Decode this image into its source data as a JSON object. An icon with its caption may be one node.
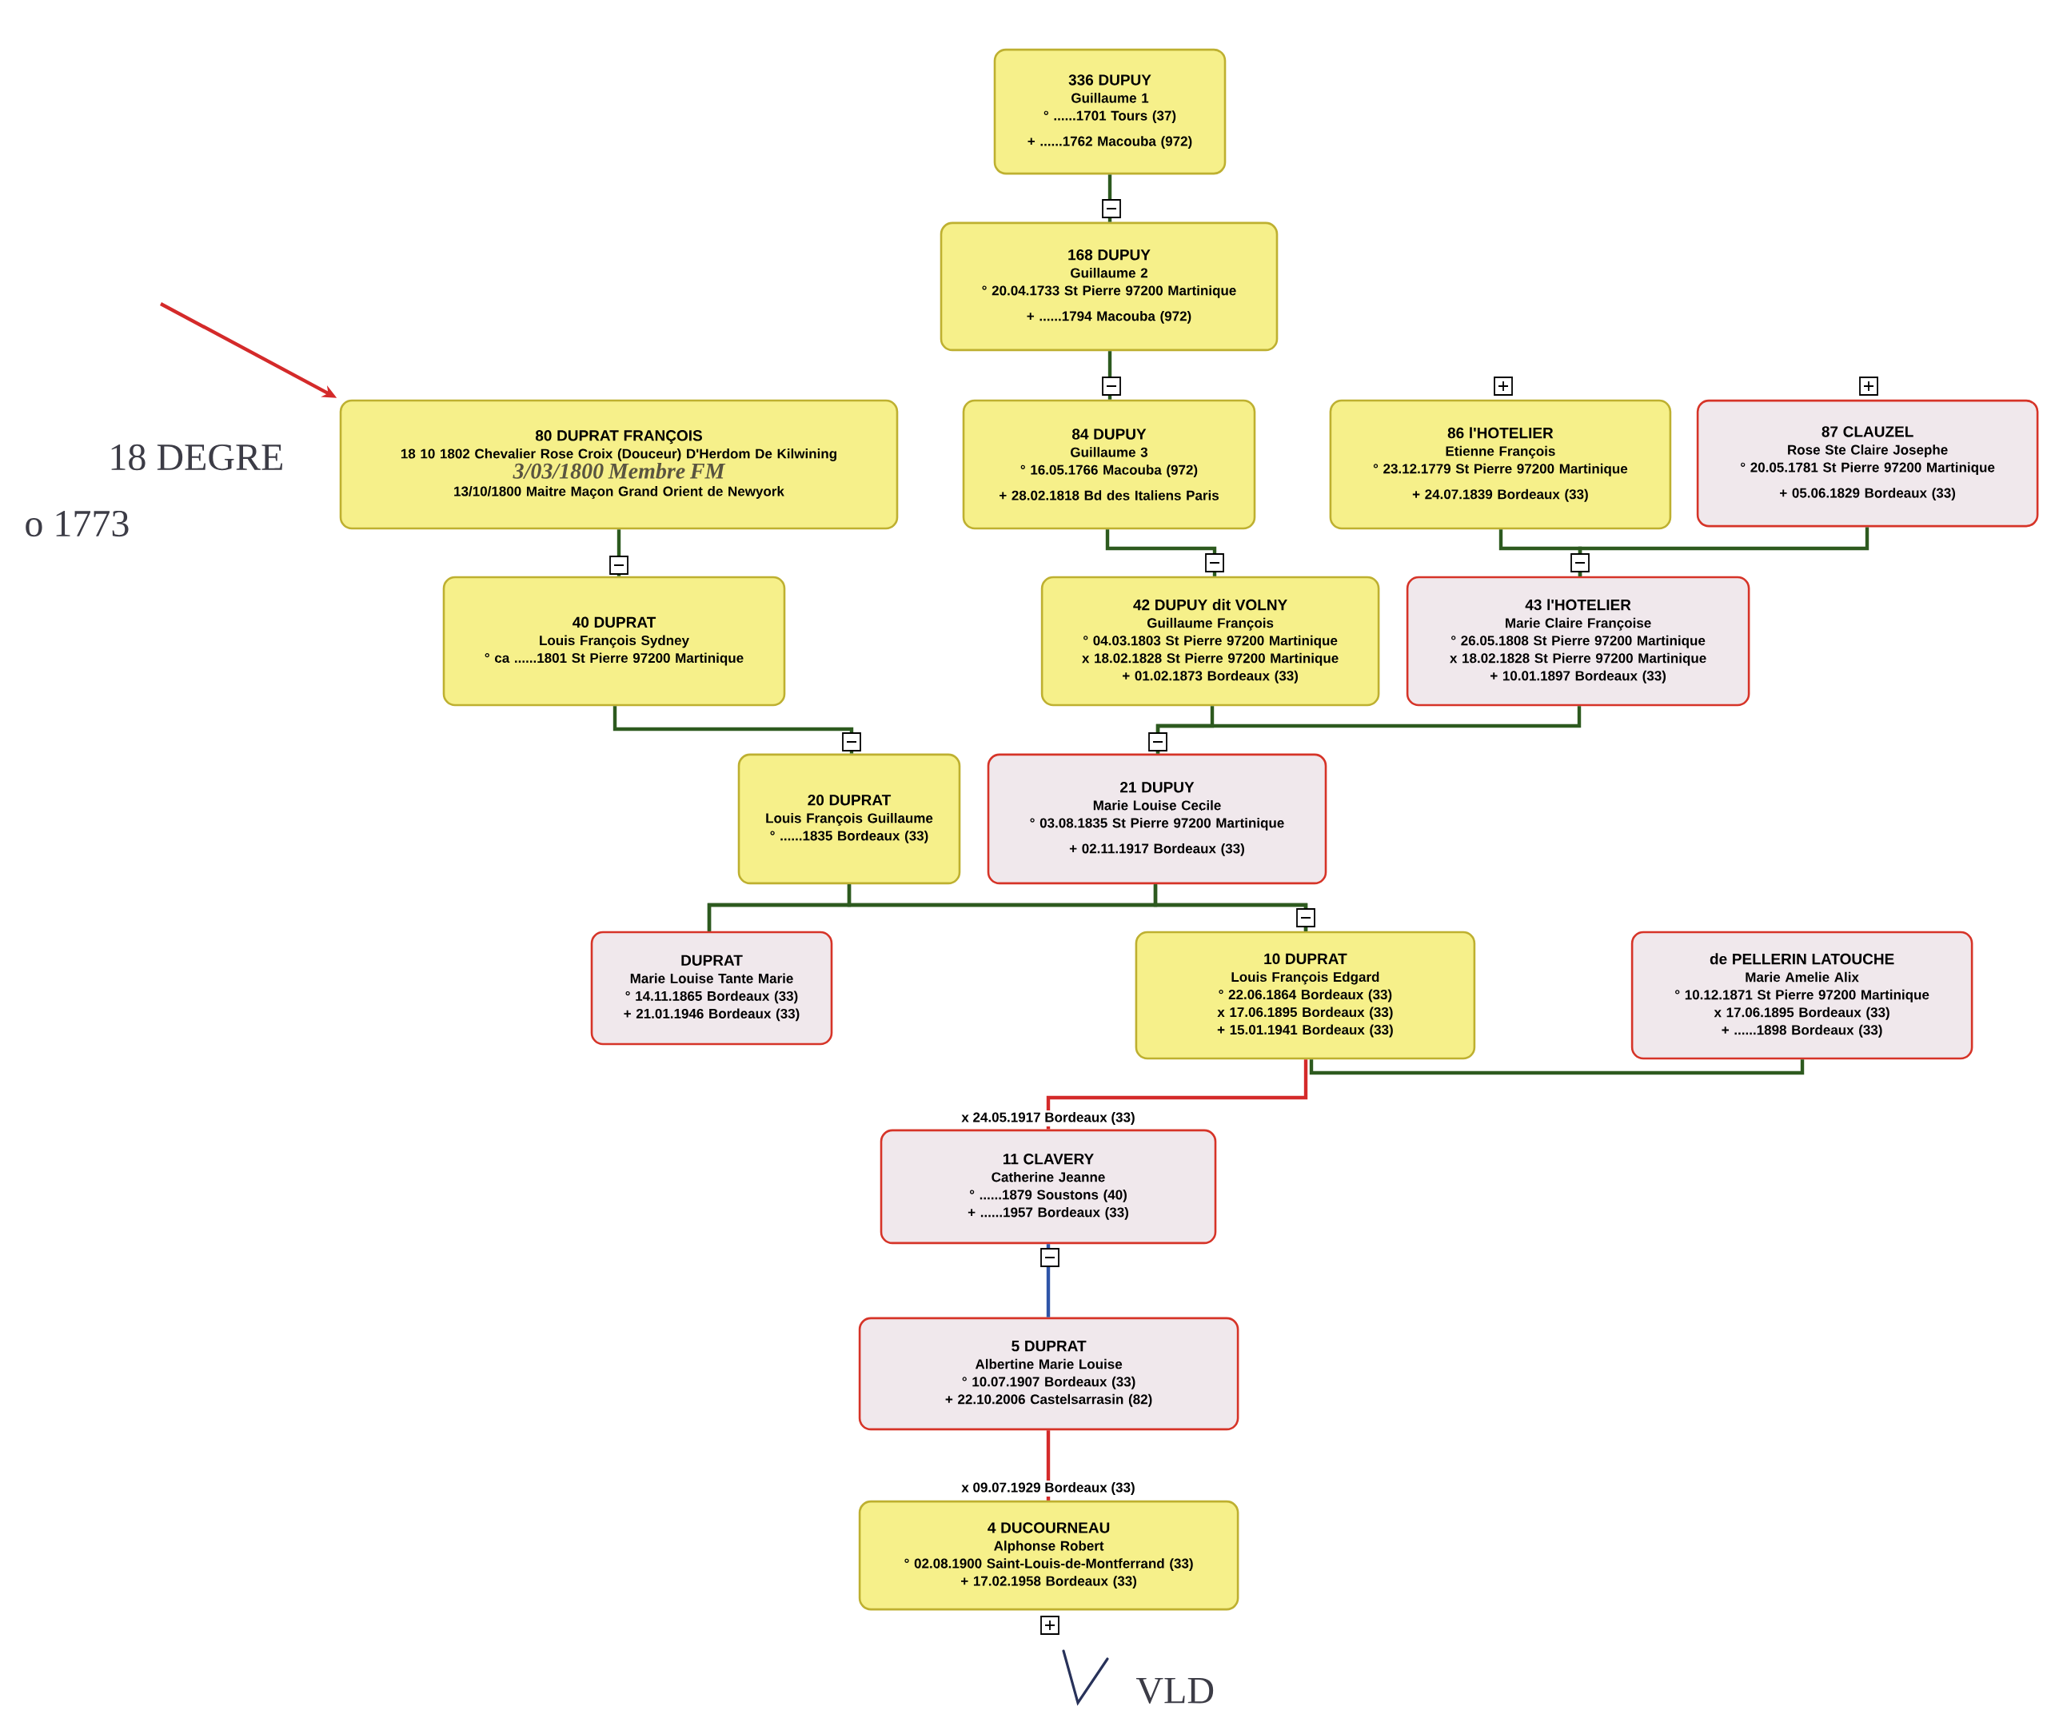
{
  "diagram": {
    "nodes": [
      {
        "text": [
          "336 DUPUY",
          "Guillaume 1",
          "° ......1701 Tours (37)",
          "+ ......1762 Macouba (972)"
        ]
      },
      {
        "text": [
          "168 DUPUY",
          "Guillaume 2",
          "° 20.04.1733 St Pierre 97200 Martinique",
          "+ ......1794 Macouba (972)"
        ]
      },
      {
        "text": [
          "80 DUPRAT FRANÇOIS",
          "18 10 1802 Chevalier Rose Croix (Douceur) D'Herdom De Kilwining",
          "3/03/1800 Membre FM",
          "13/10/1800 Maitre Maçon Grand Orient de Newyork"
        ]
      },
      {
        "text": [
          "84 DUPUY",
          "Guillaume 3",
          "° 16.05.1766 Macouba (972)",
          "+ 28.02.1818 Bd des Italiens Paris"
        ]
      },
      {
        "text": [
          "86 l'HOTELIER",
          "Etienne François",
          "° 23.12.1779 St Pierre 97200 Martinique",
          "+ 24.07.1839 Bordeaux (33)"
        ]
      },
      {
        "text": [
          "87 CLAUZEL",
          "Rose Ste Claire Josephe",
          "° 20.05.1781 St Pierre 97200 Martinique",
          "+ 05.06.1829 Bordeaux (33)"
        ]
      },
      {
        "text": [
          "40 DUPRAT",
          "Louis François Sydney",
          "° ca ......1801 St Pierre 97200 Martinique"
        ]
      },
      {
        "text": [
          "42 DUPUY dit VOLNY",
          "Guillaume François",
          "° 04.03.1803 St Pierre 97200 Martinique",
          "x 18.02.1828 St Pierre 97200 Martinique",
          "+ 01.02.1873 Bordeaux (33)"
        ]
      },
      {
        "text": [
          "43 l'HOTELIER",
          "Marie Claire Françoise",
          "° 26.05.1808 St Pierre 97200 Martinique",
          "x 18.02.1828 St Pierre 97200 Martinique",
          "+ 10.01.1897 Bordeaux (33)"
        ]
      },
      {
        "text": [
          "20 DUPRAT",
          "Louis François Guillaume",
          "° ......1835 Bordeaux (33)"
        ]
      },
      {
        "text": [
          "21 DUPUY",
          "Marie Louise Cecile",
          "° 03.08.1835 St Pierre 97200 Martinique",
          "+ 02.11.1917 Bordeaux (33)"
        ]
      },
      {
        "text": [
          "DUPRAT",
          "Marie Louise Tante Marie",
          "° 14.11.1865 Bordeaux (33)",
          "+ 21.01.1946 Bordeaux (33)"
        ]
      },
      {
        "text": [
          "10 DUPRAT",
          "Louis François Edgard",
          "° 22.06.1864 Bordeaux (33)",
          "x 17.06.1895 Bordeaux (33)",
          "+ 15.01.1941 Bordeaux (33)"
        ]
      },
      {
        "text": [
          "de PELLERIN LATOUCHE",
          "Marie Amelie Alix",
          "° 10.12.1871 St Pierre 97200 Martinique",
          "x 17.06.1895 Bordeaux (33)",
          "+ ......1898 Bordeaux (33)"
        ]
      },
      {
        "text": [
          "11 CLAVERY",
          "Catherine Jeanne",
          "° ......1879 Soustons (40)",
          "+ ......1957 Bordeaux (33)"
        ]
      },
      {
        "text": [
          "5 DUPRAT",
          "Albertine Marie Louise",
          "° 10.07.1907 Bordeaux (33)",
          "+ 22.10.2006 Castelsarrasin (82)"
        ]
      },
      {
        "text": [
          "4 DUCOURNEAU",
          "Alphonse Robert",
          "° 02.08.1900 Saint-Louis-de-Montferrand (33)",
          "+ 17.02.1958 Bordeaux (33)"
        ]
      }
    ],
    "edges": [
      {
        "from": 0,
        "to": 1,
        "arrow": "none"
      },
      {
        "from": 1,
        "to": 3,
        "arrow": "none"
      },
      {
        "from": 2,
        "to": 6,
        "arrow": "none"
      },
      {
        "from": 3,
        "to": 7,
        "arrow": "none"
      },
      {
        "from": 4,
        "to": 8,
        "arrow": "none"
      },
      {
        "from": 5,
        "to": 8,
        "arrow": "none"
      },
      {
        "from": 6,
        "to": 9,
        "arrow": "none"
      },
      {
        "from": 7,
        "to": 10,
        "arrow": "none"
      },
      {
        "from": 8,
        "to": 10,
        "arrow": "none"
      },
      {
        "from": 9,
        "to": 11,
        "arrow": "none"
      },
      {
        "from": 9,
        "to": 12,
        "arrow": "none"
      },
      {
        "from": 10,
        "to": 11,
        "arrow": "none"
      },
      {
        "from": 10,
        "to": 12,
        "arrow": "none"
      },
      {
        "from": 12,
        "to": 14,
        "arrow": "none",
        "label": "x 24.05.1917 Bordeaux (33)",
        "color": "#d42a2a"
      },
      {
        "from": 12,
        "to": 13,
        "arrow": "none"
      },
      {
        "from": 14,
        "to": 15,
        "arrow": "none",
        "color": "#2f55a8"
      },
      {
        "from": 15,
        "to": 16,
        "arrow": "none",
        "label": "x 09.07.1929 Bordeaux (33)",
        "color": "#d42a2a"
      },
      {
        "from": null,
        "to": 2,
        "arrow": "to",
        "color": "#d42a2a"
      }
    ],
    "labels": [
      "18 DEGRE",
      "o 1773",
      "VLD"
    ]
  }
}
